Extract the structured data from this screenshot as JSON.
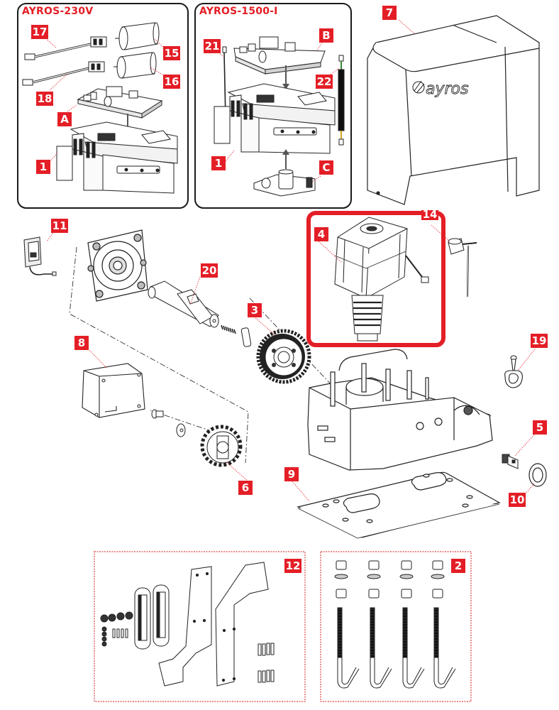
{
  "diagram": {
    "type": "exploded-parts-diagram",
    "panels": [
      {
        "id": "panel-230v",
        "title": "AYROS-230V"
      },
      {
        "id": "panel-1500i",
        "title": "AYROS-1500-I"
      }
    ],
    "cover_brand": "ayros",
    "callouts": {
      "c17": "17",
      "c15": "15",
      "c16": "16",
      "c18": "18",
      "cA": "A",
      "c1a": "1",
      "c21": "21",
      "cB": "B",
      "c22": "22",
      "c1b": "1",
      "cC": "C",
      "c7": "7",
      "c11": "11",
      "c20": "20",
      "c3": "3",
      "c4": "4",
      "c14": "14",
      "c8": "8",
      "c19": "19",
      "c5": "5",
      "c6": "6",
      "c9": "9",
      "c10": "10",
      "c12": "12",
      "c2": "2"
    },
    "highlighted_part": "4",
    "colors": {
      "accent": "#e41e26",
      "line": "#222222",
      "panel_border": "#1a1a1a"
    }
  }
}
